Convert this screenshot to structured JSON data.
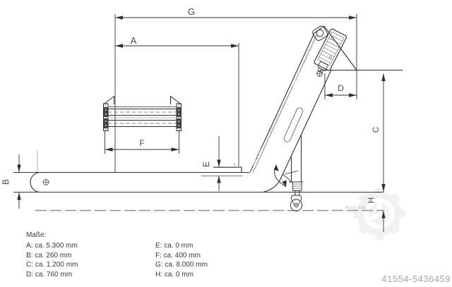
{
  "drawing": {
    "dim_labels": {
      "A": "A",
      "B": "B",
      "C": "C",
      "D": "D",
      "E": "E",
      "F": "F",
      "G": "G",
      "H": "H"
    },
    "floor_label": "PODLAHA",
    "line_color": "#2f2f2f",
    "watermark_color": "#f1f1f1"
  },
  "legend": {
    "title": "Maße:",
    "rows": [
      "A: ca. 5.300 mm",
      "B: ca. 260 mm",
      "C: ca. 1.200 mm",
      "D: ca. 760 mm",
      "E: ca. 0 mm",
      "F: ca. 400 mm",
      "G: ca. 8.000 mm",
      "H: ca. 0 mm"
    ]
  },
  "watermark": {
    "id_number": "41554-5436459"
  }
}
